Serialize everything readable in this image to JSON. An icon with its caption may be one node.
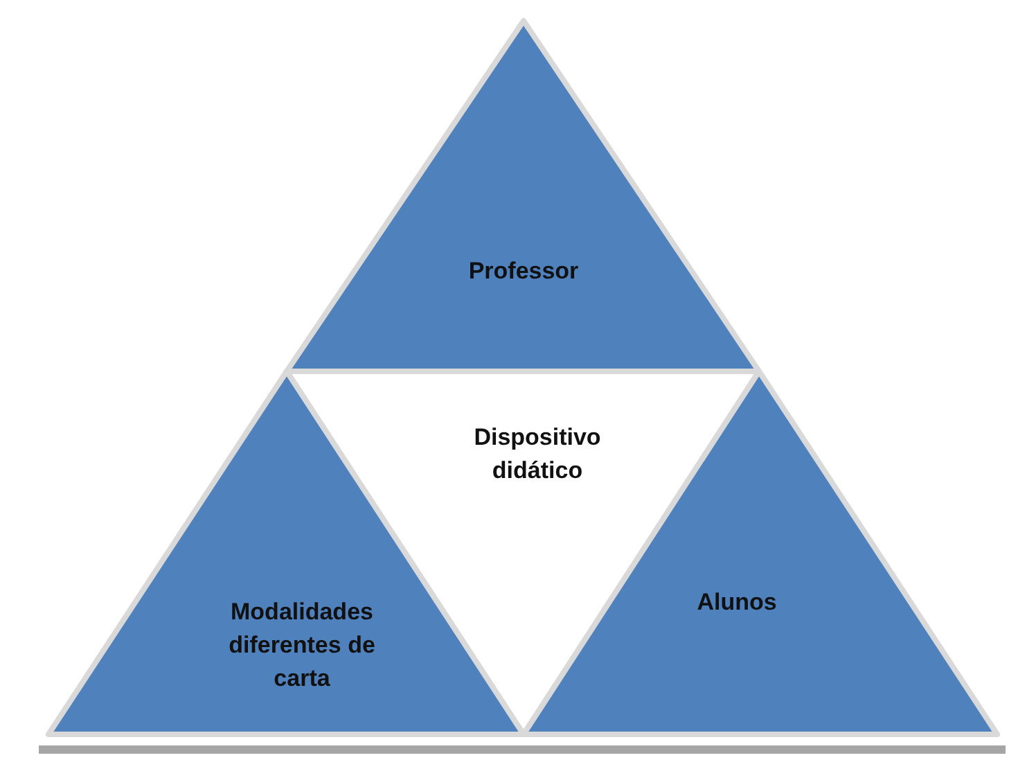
{
  "diagram": {
    "nodes": [
      {
        "text": [
          "Professor"
        ]
      },
      {
        "text": [
          "Dispositivo didático"
        ]
      },
      {
        "text": [
          "Modalidades diferentes de carta"
        ]
      },
      {
        "text": [
          "Alunos"
        ]
      }
    ]
  }
}
